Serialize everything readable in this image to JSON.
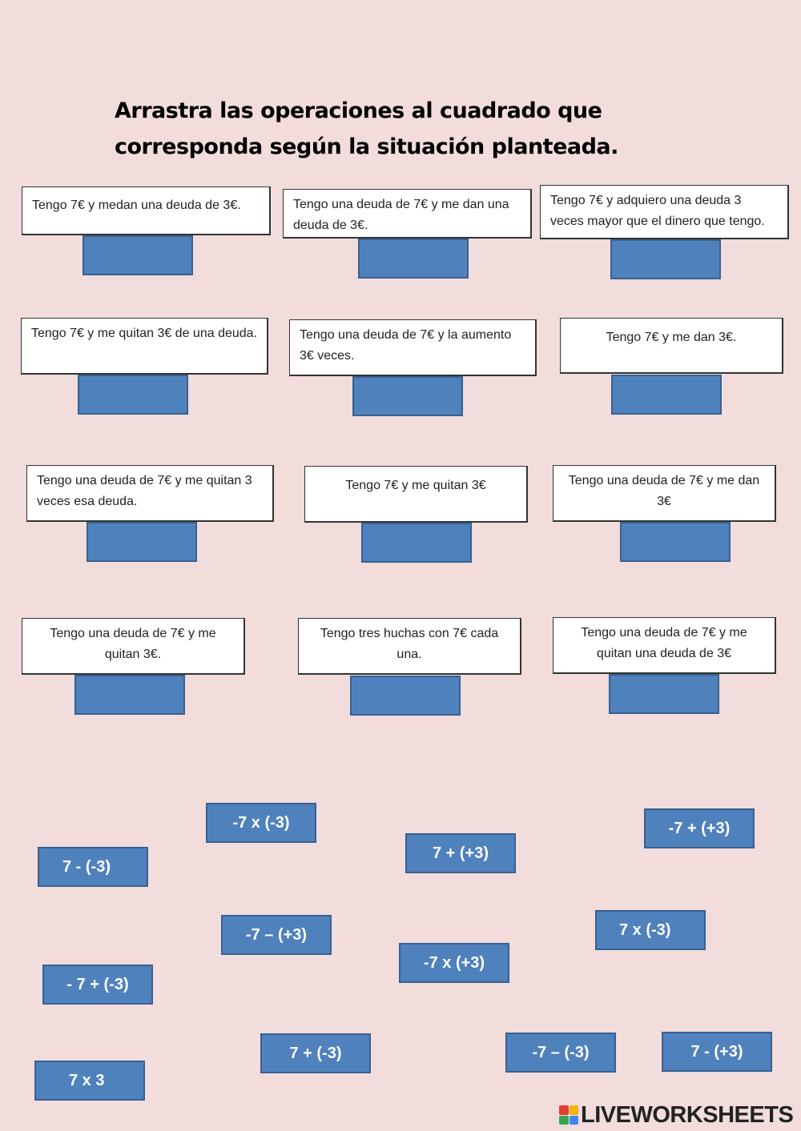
{
  "title": {
    "line1": "Arrastra las operaciones al cuadrado que",
    "line2": "corresponda según la situación planteada."
  },
  "situations": [
    "Tengo 7€ y medan una deuda de 3€.",
    "Tengo una deuda de 7€ y me dan una deuda de 3€.",
    "Tengo 7€ y adquiero una deuda 3 veces mayor que el dinero que tengo.",
    "Tengo 7€ y me quitan 3€ de una deuda.",
    "Tengo una deuda de 7€ y la aumento 3€ veces.",
    "Tengo 7€ y me dan 3€.",
    "Tengo una deuda de  7€ y me quitan 3 veces esa deuda.",
    "Tengo 7€ y me quitan 3€",
    "Tengo una deuda de 7€ y me dan 3€",
    "Tengo una deuda de 7€ y me quitan 3€.",
    "Tengo tres huchas con 7€ cada una.",
    "Tengo una deuda de 7€ y me quitan una deuda de 3€"
  ],
  "operations": [
    "-7 x (-3)",
    "-7 + (+3)",
    "7 - (-3)",
    "7 + (+3)",
    "-7 – (+3)",
    "7 x (-3)",
    "- 7 + (-3)",
    "-7 x (+3)",
    "7 + (-3)",
    "-7 – (-3)",
    "7 - (+3)",
    "7 x 3"
  ],
  "logo": {
    "text": "LIVEWORKSHEETS",
    "colors": [
      "#e63c2f",
      "#f4b400",
      "#34a853",
      "#4285f4"
    ]
  }
}
